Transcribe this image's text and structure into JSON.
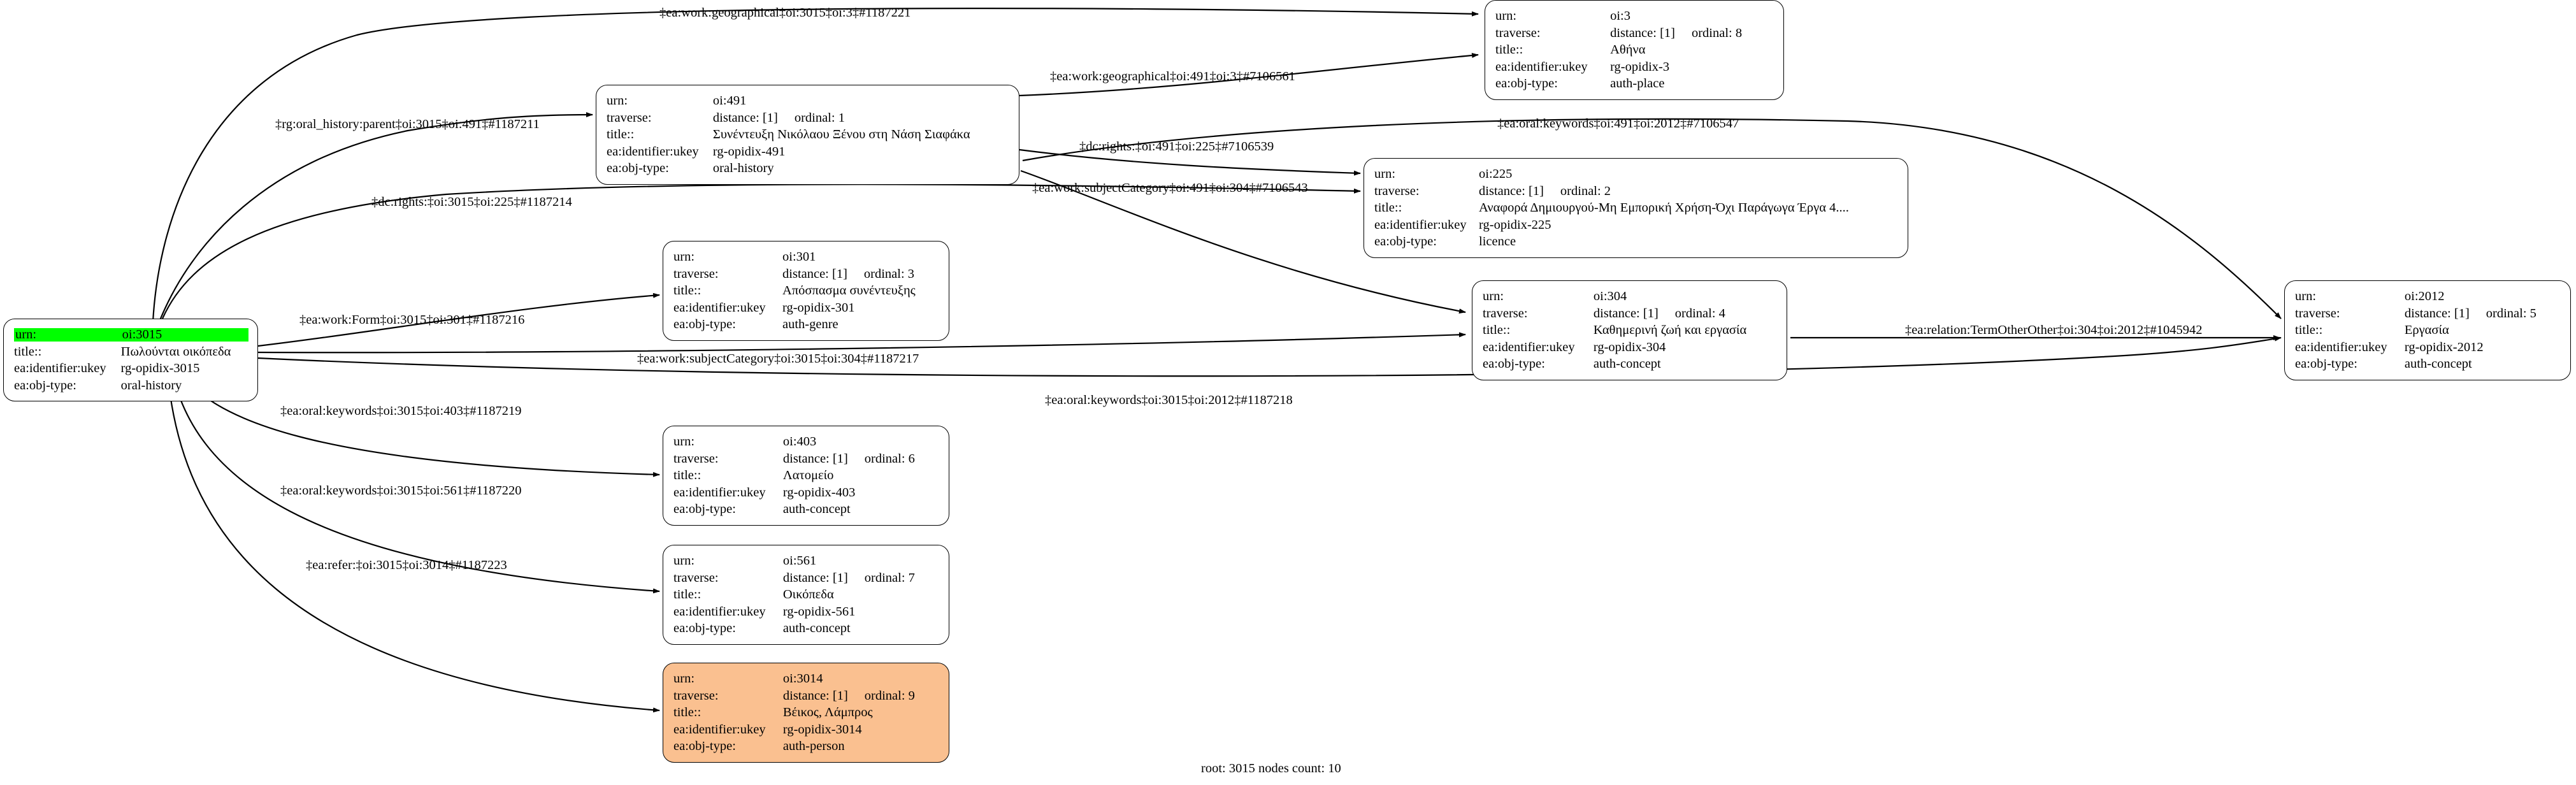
{
  "graph": {
    "footer": "root: 3015 nodes count: 10",
    "field_labels": {
      "urn": "urn:",
      "traverse": "traverse:",
      "title": "title::",
      "ukey": "ea:identifier:ukey",
      "objtype": "ea:obj-type:"
    },
    "colors": {
      "root_highlight": "#00ff00",
      "person_highlight": "#fac090",
      "node_border": "#000000",
      "edge": "#000000",
      "background": "#ffffff"
    }
  },
  "nodes": [
    {
      "id": "oi-3015",
      "urn": "oi:3015",
      "traverse": "",
      "distance": "",
      "ordinal": "",
      "title": "Πωλούνται οικόπεδα",
      "ukey": "rg-opidix-3015",
      "objtype": "oral-history",
      "highlight": "green"
    },
    {
      "id": "oi-3",
      "urn": "oi:3",
      "traverse": "traverse",
      "distance": "distance: [1]",
      "ordinal": "ordinal: 8",
      "title": "Αθήνα",
      "ukey": "rg-opidix-3",
      "objtype": "auth-place",
      "highlight": "none"
    },
    {
      "id": "oi-491",
      "urn": "oi:491",
      "traverse": "traverse",
      "distance": "distance: [1]",
      "ordinal": "ordinal: 1",
      "title": "Συνέντευξη Νικόλαου Ξένου στη Νάση Σιαφάκα",
      "ukey": "rg-opidix-491",
      "objtype": "oral-history",
      "highlight": "none"
    },
    {
      "id": "oi-225",
      "urn": "oi:225",
      "traverse": "traverse",
      "distance": "distance: [1]",
      "ordinal": "ordinal: 2",
      "title": "Αναφορά Δημιουργού-Μη Εμπορική Χρήση-Όχι Παράγωγα Έργα 4....",
      "ukey": "rg-opidix-225",
      "objtype": "licence",
      "highlight": "none"
    },
    {
      "id": "oi-301",
      "urn": "oi:301",
      "traverse": "traverse",
      "distance": "distance: [1]",
      "ordinal": "ordinal: 3",
      "title": "Απόσπασμα συνέντευξης",
      "ukey": "rg-opidix-301",
      "objtype": "auth-genre",
      "highlight": "none"
    },
    {
      "id": "oi-304",
      "urn": "oi:304",
      "traverse": "traverse",
      "distance": "distance: [1]",
      "ordinal": "ordinal: 4",
      "title": "Καθημερινή ζωή και εργασία",
      "ukey": "rg-opidix-304",
      "objtype": "auth-concept",
      "highlight": "none"
    },
    {
      "id": "oi-2012",
      "urn": "oi:2012",
      "traverse": "traverse",
      "distance": "distance: [1]",
      "ordinal": "ordinal: 5",
      "title": "Εργασία",
      "ukey": "rg-opidix-2012",
      "objtype": "auth-concept",
      "highlight": "none"
    },
    {
      "id": "oi-403",
      "urn": "oi:403",
      "traverse": "traverse",
      "distance": "distance: [1]",
      "ordinal": "ordinal: 6",
      "title": "Λατομείο",
      "ukey": "rg-opidix-403",
      "objtype": "auth-concept",
      "highlight": "none"
    },
    {
      "id": "oi-561",
      "urn": "oi:561",
      "traverse": "traverse",
      "distance": "distance: [1]",
      "ordinal": "ordinal: 7",
      "title": "Οικόπεδα",
      "ukey": "rg-opidix-561",
      "objtype": "auth-concept",
      "highlight": "none"
    },
    {
      "id": "oi-3014",
      "urn": "oi:3014",
      "traverse": "traverse",
      "distance": "distance: [1]",
      "ordinal": "ordinal: 9",
      "title": "Βέικος, Λάμπρος",
      "ukey": "rg-opidix-3014",
      "objtype": "auth-person",
      "highlight": "orange"
    }
  ],
  "edges": [
    {
      "id": "e1",
      "label": "‡ea:work:geographical‡oi:3015‡oi:3‡#1187221",
      "from": "oi-3015",
      "to": "oi-3"
    },
    {
      "id": "e2",
      "label": "‡ea:work:geographical‡oi:491‡oi:3‡#7106561",
      "from": "oi-491",
      "to": "oi-3"
    },
    {
      "id": "e3",
      "label": "‡rg:oral_history:parent‡oi:3015‡oi:491‡#1187211",
      "from": "oi-3015",
      "to": "oi-491"
    },
    {
      "id": "e4",
      "label": "‡dc:rights:‡oi:491‡oi:225‡#7106539",
      "from": "oi-491",
      "to": "oi-225"
    },
    {
      "id": "e5",
      "label": "‡ea:oral:keywords‡oi:491‡oi:2012‡#7106547",
      "from": "oi-491",
      "to": "oi-2012"
    },
    {
      "id": "e6",
      "label": "‡dc:rights:‡oi:3015‡oi:225‡#1187214",
      "from": "oi-3015",
      "to": "oi-225"
    },
    {
      "id": "e7",
      "label": "‡ea:work:subjectCategory‡oi:491‡oi:304‡#7106543",
      "from": "oi-491",
      "to": "oi-304"
    },
    {
      "id": "e8",
      "label": "‡ea:work:Form‡oi:3015‡oi:301‡#1187216",
      "from": "oi-3015",
      "to": "oi-301"
    },
    {
      "id": "e9",
      "label": "‡ea:work:subjectCategory‡oi:3015‡oi:304‡#1187217",
      "from": "oi-3015",
      "to": "oi-304"
    },
    {
      "id": "e10",
      "label": "‡ea:relation:TermOtherOther‡oi:304‡oi:2012‡#1045942",
      "from": "oi-304",
      "to": "oi-2012"
    },
    {
      "id": "e11",
      "label": "‡ea:oral:keywords‡oi:3015‡oi:2012‡#1187218",
      "from": "oi-3015",
      "to": "oi-2012"
    },
    {
      "id": "e12",
      "label": "‡ea:oral:keywords‡oi:3015‡oi:403‡#1187219",
      "from": "oi-3015",
      "to": "oi-403"
    },
    {
      "id": "e13",
      "label": "‡ea:oral:keywords‡oi:3015‡oi:561‡#1187220",
      "from": "oi-3015",
      "to": "oi-561"
    },
    {
      "id": "e14",
      "label": "‡ea:refer:‡oi:3015‡oi:3014‡#1187223",
      "from": "oi-3015",
      "to": "oi-3014"
    }
  ]
}
